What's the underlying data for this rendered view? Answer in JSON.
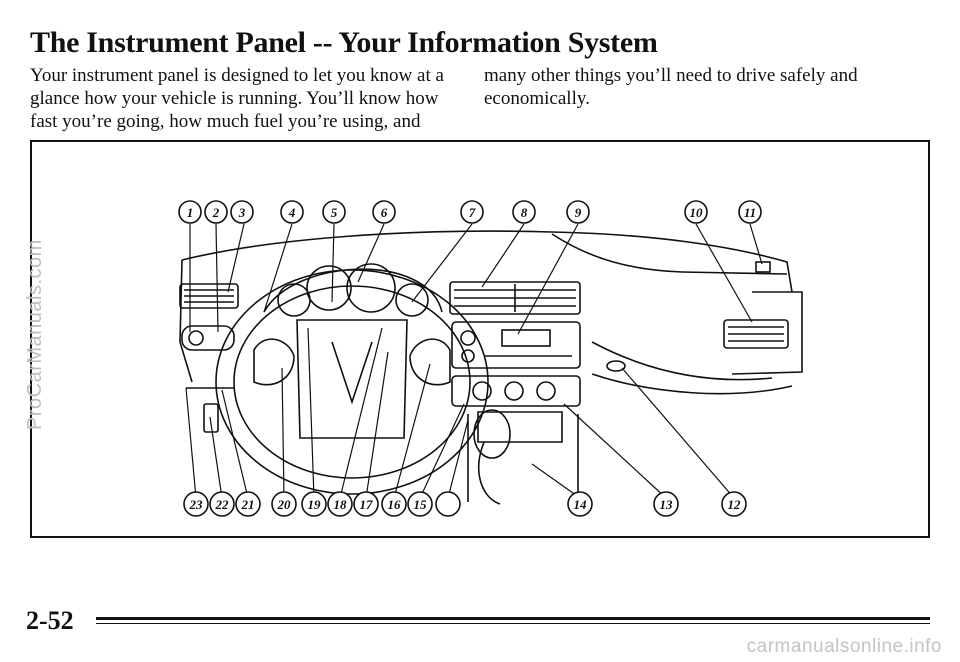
{
  "page": {
    "title": "The Instrument Panel -- Your Information System",
    "intro_left": "Your instrument panel is designed to let you know at a glance how your vehicle is running. You’ll know how fast you’re going, how much fuel you’re using, and",
    "intro_right": "many other things you’ll need to drive safely and economically.",
    "page_number": "2-52",
    "side_watermark": "ProCarManuals.com",
    "footer_watermark": "carmanualsonline.info"
  },
  "figure": {
    "callouts_top": [
      "1",
      "2",
      "3",
      "4",
      "5",
      "6",
      "7",
      "8",
      "9",
      "10",
      "11"
    ],
    "callouts_bottom": [
      "23",
      "22",
      "21",
      "20",
      "19",
      "18",
      "17",
      "16",
      "15",
      "14",
      "13",
      "12"
    ]
  }
}
